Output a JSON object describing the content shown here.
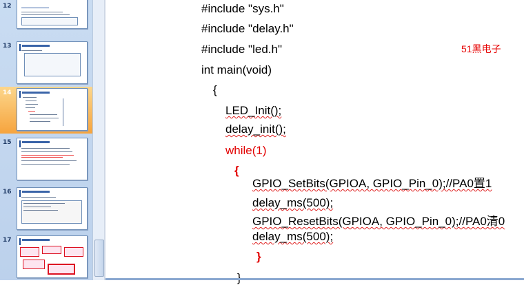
{
  "slides_panel": {
    "slide_numbers": [
      "12",
      "13",
      "14",
      "15",
      "16",
      "17"
    ],
    "selected_slide": "14"
  },
  "code": {
    "include_sys": "#include \"sys.h\"",
    "include_delay": "#include \"delay.h\"",
    "include_led": "#include \"led.h\"",
    "main_decl": "int main(void)",
    "open_brace": "{",
    "led_init": "LED_Init();",
    "delay_init": "delay_init();",
    "while_stmt": "while(1)",
    "while_open": "{",
    "set_bits": "GPIO_SetBits(GPIOA, GPIO_Pin_0);//PA0置1",
    "delay_1": "delay_ms(500);",
    "reset_bits": "GPIO_ResetBits(GPIOA, GPIO_Pin_0);//PA0清0",
    "delay_2": "delay_ms(500);",
    "while_close": "}",
    "close_brace": "}"
  },
  "watermark": "51黑电子",
  "colors": {
    "keyword_red": "#e20000",
    "selected_thumb": "#f6a43e",
    "panel_bg": "#c9dcf2"
  }
}
